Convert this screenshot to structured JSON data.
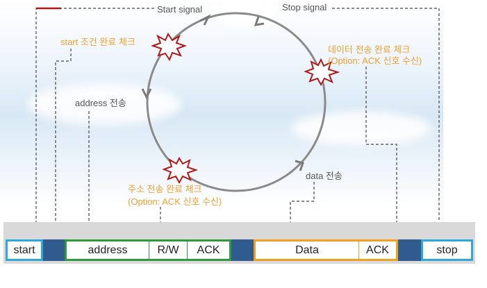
{
  "labels": {
    "start_signal": "Start signal",
    "stop_signal": "Stop signal",
    "start_check": "start 조건 완료 체크",
    "data_check_line1": "데이터 전송 완료 체크",
    "data_check_line2": "(Option: ACK 신호 수신)",
    "address_transfer": "address 전송",
    "data_transfer": "data 전송",
    "addr_check_line1": "주소 전송 완료 체크",
    "addr_check_line2": "(Option: ACK 신호 수신)"
  },
  "frame": {
    "start": "start",
    "address": "address",
    "rw": "R/W",
    "ack1": "ACK",
    "data": "Data",
    "ack2": "ACK",
    "stop": "stop"
  },
  "colors": {
    "start_stop_border": "#2ea8d8",
    "address_border": "#2e9a3e",
    "data_border": "#f0a020",
    "gap_fill": "#2f5b8e",
    "check_label": "#f0a030",
    "burst_stroke": "#b01818"
  }
}
